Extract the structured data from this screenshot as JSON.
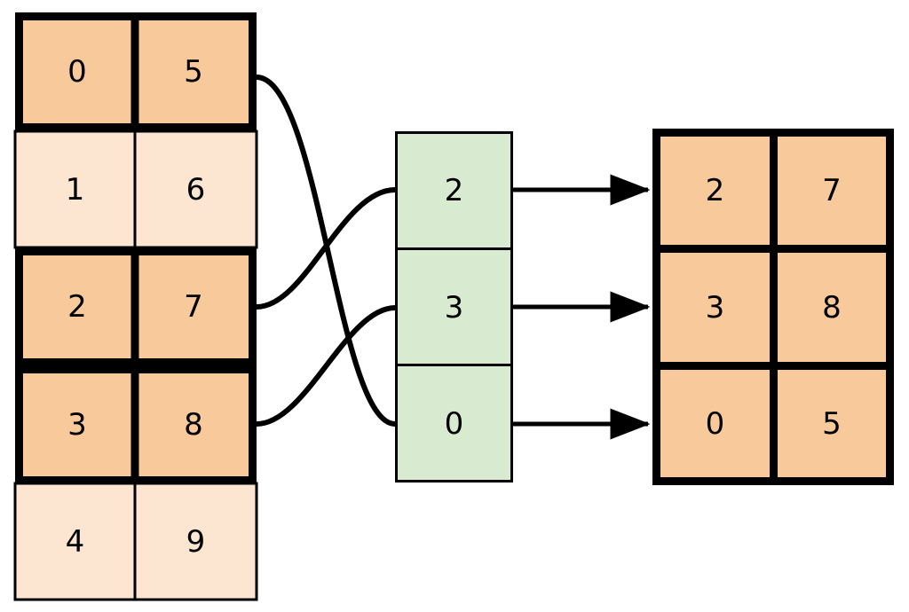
{
  "diagram": {
    "title": "array-gather-diagram",
    "colors": {
      "highlight_fill": "#f8c99b",
      "plain_fill": "#fce6d2",
      "index_fill": "#d8ebd0",
      "stroke": "#000000",
      "background": "#ffffff",
      "thin_border_width": 3,
      "thick_border_width": 9
    },
    "source_table": {
      "name": "source-array",
      "columns": 2,
      "rows": [
        {
          "cells": [
            "0",
            "5"
          ],
          "highlighted": true
        },
        {
          "cells": [
            "1",
            "6"
          ],
          "highlighted": false
        },
        {
          "cells": [
            "2",
            "7"
          ],
          "highlighted": true
        },
        {
          "cells": [
            "3",
            "8"
          ],
          "highlighted": true
        },
        {
          "cells": [
            "4",
            "9"
          ],
          "highlighted": false
        }
      ]
    },
    "index_column": {
      "name": "index-array",
      "cells": [
        "2",
        "3",
        "0"
      ]
    },
    "result_table": {
      "name": "result-array",
      "columns": 2,
      "rows": [
        {
          "cells": [
            "2",
            "7"
          ]
        },
        {
          "cells": [
            "3",
            "8"
          ]
        },
        {
          "cells": [
            "0",
            "5"
          ]
        }
      ]
    },
    "connections": [
      {
        "from_row": 0,
        "to_index_cell": 2,
        "label": "row-0-to-index-0"
      },
      {
        "from_row": 2,
        "to_index_cell": 0,
        "label": "row-2-to-index-2"
      },
      {
        "from_row": 3,
        "to_index_cell": 1,
        "label": "row-3-to-index-3"
      }
    ],
    "arrows": [
      {
        "from_index_cell": 0,
        "to_result_row": 0
      },
      {
        "from_index_cell": 1,
        "to_result_row": 1
      },
      {
        "from_index_cell": 2,
        "to_result_row": 2
      }
    ]
  }
}
